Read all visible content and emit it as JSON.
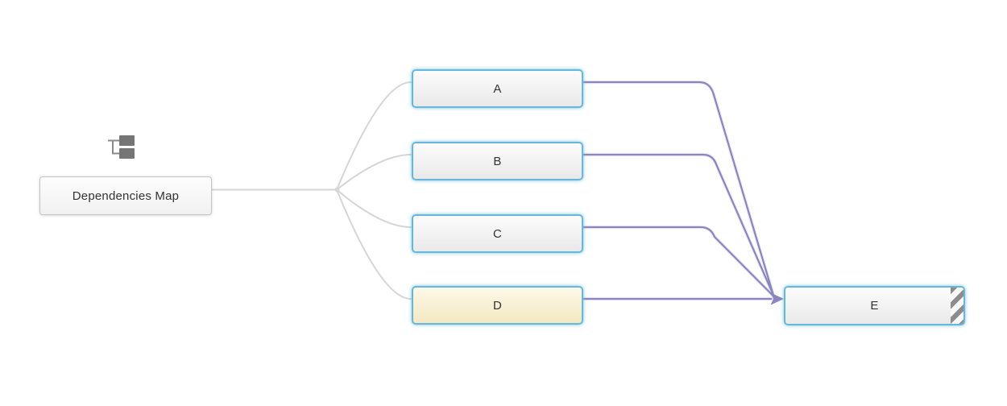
{
  "diagram": {
    "root": {
      "label": "Dependencies Map",
      "icon": "hierarchy-icon"
    },
    "nodes": [
      {
        "id": "A",
        "label": "A",
        "state": "default"
      },
      {
        "id": "B",
        "label": "B",
        "state": "default"
      },
      {
        "id": "C",
        "label": "C",
        "state": "default"
      },
      {
        "id": "D",
        "label": "D",
        "state": "highlighted"
      },
      {
        "id": "E",
        "label": "E",
        "state": "striped-marker"
      }
    ],
    "edges": [
      {
        "from": "Dependencies Map",
        "to": "A",
        "style": "plain-gray"
      },
      {
        "from": "Dependencies Map",
        "to": "B",
        "style": "plain-gray"
      },
      {
        "from": "Dependencies Map",
        "to": "C",
        "style": "plain-gray"
      },
      {
        "from": "Dependencies Map",
        "to": "D",
        "style": "plain-gray"
      },
      {
        "from": "A",
        "to": "E",
        "style": "purple-arrow"
      },
      {
        "from": "B",
        "to": "E",
        "style": "purple-arrow"
      },
      {
        "from": "C",
        "to": "E",
        "style": "purple-arrow"
      },
      {
        "from": "D",
        "to": "E",
        "style": "purple-arrow"
      }
    ]
  },
  "colors": {
    "edge_gray": "#d5d5d5",
    "edge_purple": "#8b85bf",
    "edge_purple_halo": "#cfcbe4",
    "node_border_blue": "#66b8da",
    "node_border_gray": "#c5c5c5",
    "node_fill_top": "#fcfcfc",
    "node_fill_bottom": "#e9e9e9",
    "highlight_fill_top": "#fdf9e7",
    "highlight_fill_bottom": "#f3e8c2",
    "stripe_gray": "#8d8d8d",
    "icon_gray": "#757575",
    "label_text": "#333333"
  }
}
